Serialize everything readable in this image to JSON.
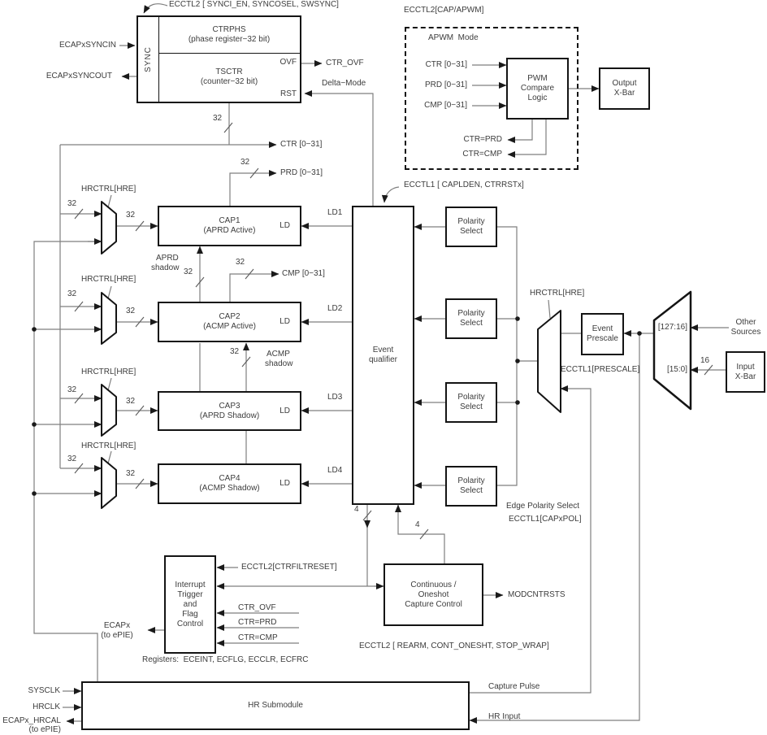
{
  "colors": {
    "wire": "#7f7f7f",
    "border": "#141414",
    "text": "#3c3c3c",
    "bg": "#ffffff",
    "arrow": "#1a1a1a"
  },
  "buses": {
    "b32": "32",
    "b4": "4",
    "b16": "16"
  },
  "buses_out": {
    "ctr": "CTR [0−31]",
    "prd": "PRD [0−31]",
    "cmp": "CMP [0−31]"
  },
  "sync_block": {
    "ecctl2_label": "ECCTL2 [ SYNCI_EN, SYNCOSEL, SWSYNC]",
    "syncin": "ECAPxSYNCIN",
    "syncout": "ECAPxSYNCOUT",
    "sync": "SYNC",
    "ctrphs_title": "CTRPHS",
    "ctrphs_sub": "(phase register−32 bit)",
    "tsctr_title": "TSCTR",
    "tsctr_sub": "(counter−32 bit)",
    "ovf": "OVF",
    "rst": "RST",
    "ctr_ovf": "CTR_OVF",
    "delta_mode": "Delta−Mode"
  },
  "apwm": {
    "label": "ECCTL2[CAP/APWM]",
    "mode": "APWM  Mode",
    "in_ctr": "CTR [0−31]",
    "in_prd": "PRD [0−31]",
    "in_cmp": "CMP [0−31]",
    "pwm1": "PWM",
    "pwm2": "Compare",
    "pwm3": "Logic",
    "eq_prd": "CTR=PRD",
    "eq_cmp": "CTR=CMP",
    "xbar1": "Output",
    "xbar2": "X-Bar"
  },
  "caps": {
    "hrctrl": "HRCTRL[HRE]",
    "ld": "LD",
    "cap1_title": "CAP1",
    "cap1_sub": "(APRD Active)",
    "cap2_title": "CAP2",
    "cap2_sub": "(ACMP Active)",
    "cap3_title": "CAP3",
    "cap3_sub": "(APRD Shadow)",
    "cap4_title": "CAP4",
    "cap4_sub": "(ACMP Shadow)",
    "aprd1": "APRD",
    "aprd2": "shadow",
    "acmp1": "ACMP",
    "acmp2": "shadow",
    "ld1": "LD1",
    "ld2": "LD2",
    "ld3": "LD3",
    "ld4": "LD4"
  },
  "eq": {
    "line1": "Event",
    "line2": "qualifier",
    "ecctl1_label": "ECCTL1 [ CAPLDEN, CTRRSTx]"
  },
  "polarity": {
    "line1": "Polarity",
    "line2": "Select",
    "edge1": "Edge Polarity Select",
    "edge2": "ECCTL1[CAPxPOL]"
  },
  "prescale": {
    "hrctrl": "HRCTRL[HRE]",
    "ep1": "Event",
    "ep2": "Prescale",
    "ecctl1": "ECCTL1[PRESCALE]",
    "hi": "[127:16]",
    "lo": "[15:0]",
    "other1": "Other",
    "other2": "Sources",
    "xbar1": "Input",
    "xbar2": "X-Bar"
  },
  "itfc": {
    "l1": "Interrupt",
    "l2": "Trigger",
    "l3": "and",
    "l4": "Flag",
    "l5": "Control",
    "ctrfiltreset": "ECCTL2[CTRFILTRESET]",
    "ctr_ovf": "CTR_OVF",
    "ctr_prd": "CTR=PRD",
    "ctr_cmp": "CTR=CMP",
    "ecapx": "ECAPx",
    "to_epie": "(to ePIE)",
    "registers": "Registers:  ECEINT, ECFLG, ECCLR, ECFRC"
  },
  "cos": {
    "l1": "Continuous /",
    "l2": "Oneshot",
    "l3": "Capture Control",
    "modcntrsts": "MODCNTRSTS",
    "ecctl2": "ECCTL2 [ REARM, CONT_ONESHT, STOP_WRAP]"
  },
  "hr": {
    "title": "HR Submodule",
    "sysclk": "SYSCLK",
    "hrclk": "HRCLK",
    "hrcal": "ECAPx_HRCAL",
    "to_epie": "(to ePIE)",
    "capture_pulse": "Capture Pulse",
    "hr_input": "HR Input"
  }
}
